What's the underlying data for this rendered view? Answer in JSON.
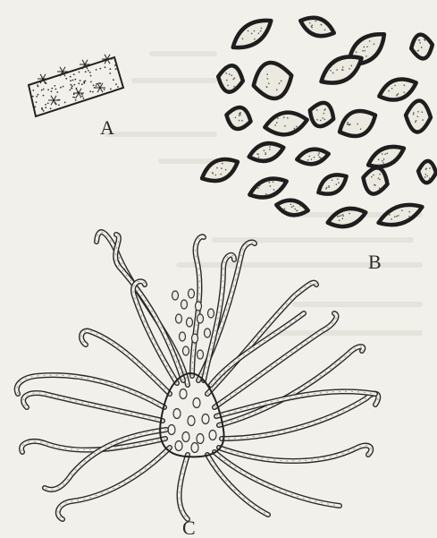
{
  "figure": {
    "panels": [
      {
        "id": "A",
        "label": "A",
        "depicts": "rod"
      },
      {
        "id": "B",
        "label": "B",
        "depicts": "oval-cells"
      },
      {
        "id": "C",
        "label": "C",
        "depicts": "body-with-radiating-filaments"
      }
    ]
  },
  "colors": {
    "paper": "#f2f0ea",
    "ink": "#222222",
    "bleed": "#cfcbc2"
  }
}
